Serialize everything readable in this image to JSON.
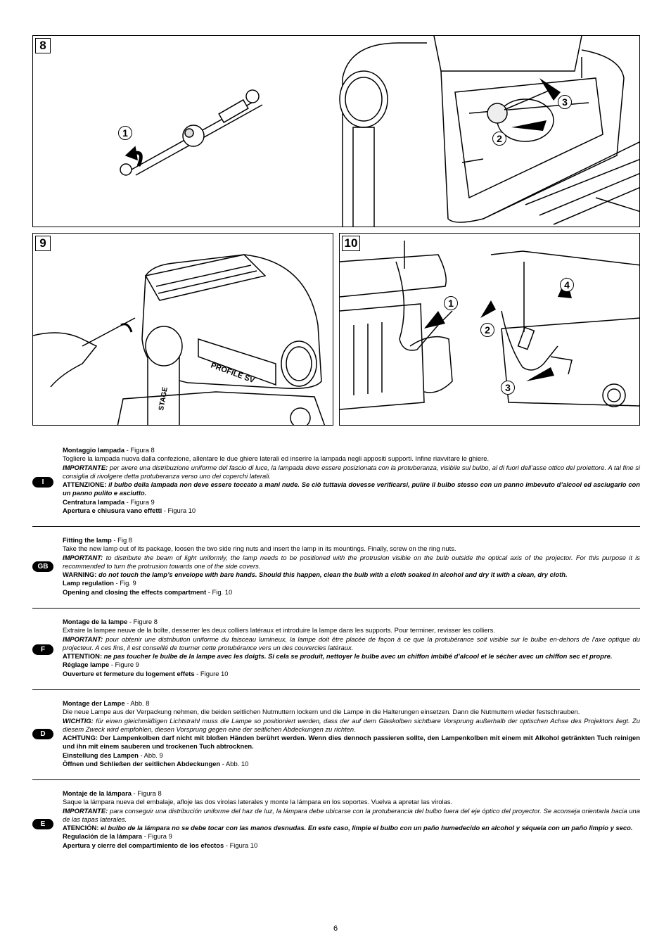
{
  "figures": {
    "fig8": {
      "label": "8",
      "callouts": [
        "1",
        "2",
        "3"
      ]
    },
    "fig9": {
      "label": "9",
      "device_labels": [
        "PROFILE SV",
        "STAGE"
      ]
    },
    "fig10": {
      "label": "10",
      "callouts": [
        "1",
        "2",
        "3",
        "4"
      ]
    }
  },
  "sections": [
    {
      "lang": "I",
      "title": "Montaggio lampada",
      "title_ref": " - Figura 8",
      "body": "Togliere la lampada nuova dalla confezione, allentare le due ghiere laterali ed inserire la lampada negli appositi supporti. Infine riavvitare le ghiere.",
      "important_label": "IMPORTANTE:",
      "important_text": " per avere una distribuzione uniforme del fascio di luce, la lampada deve essere posizionata con la protuberanza, visibile sul bulbo, al di fuori dell’asse ottico del proiettore. A tal fine si consiglia di rivolgere detta protuberanza verso uno dei coperchi laterali.",
      "warning_label": "ATTENZIONE:",
      "warning_text": " il bulbo della lampada non deve essere toccato a mani nude. Se ciò tuttavia dovesse verificarsi, pulire il bulbo stesso con un panno imbevuto d’alcool ed asciugarlo con un panno pulito e asciutto.",
      "sub1_title": "Centratura lampada",
      "sub1_ref": " - Figura 9",
      "sub2_title": "Apertura e chiusura vano effetti",
      "sub2_ref": " - Figura 10"
    },
    {
      "lang": "GB",
      "title": "Fitting the lamp",
      "title_ref": " - Fig 8",
      "body": "Take the new lamp out of its package, loosen the two side ring nuts and insert the lamp in its mountings. Finally, screw on the ring nuts.",
      "important_label": "IMPORTANT:",
      "important_text": " to distribute the beam of light uniformly, the lamp needs to be positioned with the protrusion visible on the bulb outside the optical axis of the projector. For this purpose it is recommended to turn the protrusion towards one of the side covers.",
      "warning_label": "WARNING:",
      "warning_text": " do not touch the lamp’s envelope with bare hands. Should this happen, clean the bulb with a cloth soaked in alcohol and dry it with a clean, dry cloth.",
      "sub1_title": "Lamp regulation",
      "sub1_ref": " - Fig. 9",
      "sub2_title": "Opening and closing the effects compartment",
      "sub2_ref": " - Fig. 10"
    },
    {
      "lang": "F",
      "title": "Montage de la lampe",
      "title_ref": " - Figure 8",
      "body": "Extraire la lampee neuve de la boîte, desserrer les deux colliers latéraux et introduire la lampe dans les supports. Pour terminer, revisser les colliers.",
      "important_label": "IMPORTANT:",
      "important_text": " pour obtenir une distribution uniforme du faisceau lumineux, la lampe doit être placée de façon à ce que la protubérance soit visible sur le bulbe en-dehors de l'axe optique du projecteur. A ces fins, il est conseillé de tourner cette protubérance vers un des couvercles latéraux.",
      "warning_label": "ATTENTION:",
      "warning_text": " ne pas toucher le bulbe de la lampe avec les doigts. Si cela se produit, nettoyer le bulbe avec un chiffon imbibé d’alcool et le sécher avec un chiffon sec et propre.",
      "sub1_title": "Réglage lampe",
      "sub1_ref": " - Figure 9",
      "sub2_title": "Ouverture et fermeture du logement effets",
      "sub2_ref": " - Figure 10"
    },
    {
      "lang": "D",
      "title": "Montage der Lampe",
      "title_ref": " - Abb. 8",
      "body": "Die neue Lampe aus der Verpackung nehmen, die beiden seitlichen Nutmuttern lockern und die Lampe in die Halterungen einsetzen. Dann die Nutmuttern wieder festschrauben.",
      "important_label": "WICHTIG:",
      "important_text": " für einen gleichmäßigen Lichtstrahl muss die Lampe so positioniert werden, dass der auf dem Glaskolben sichtbare Vorsprung außerhalb der optischen Achse des Projektors liegt. Zu diesem Zweck wird empfohlen, diesen Vorsprung gegen eine der seitlichen Abdeckungen zu richten.",
      "warning_label": "ACHTUNG:",
      "warning_text": " Der Lampenkolben darf nicht mit bloßen Händen berührt werden. Wenn dies dennoch passieren sollte, den Lampenkolben mit einem mit Alkohol getränkten Tuch reinigen und ihn mit einem sauberen und trockenen Tuch abtrocknen.",
      "sub1_title": "Einstellung des Lampen",
      "sub1_ref": " - Abb. 9",
      "sub2_title": "Öffnen und Schließen der seitlichen Abdeckungen",
      "sub2_ref": " - Abb. 10"
    },
    {
      "lang": "E",
      "title": "Montaje de la lámpara",
      "title_ref": " - Figura 8",
      "body": "Saque la lámpara nueva del embalaje, afloje las dos virolas laterales y monte la lámpara en los soportes. Vuelva a apretar las virolas.",
      "important_label": "IMPORTANTE:",
      "important_text": " para conseguir una distribución uniforme del haz de luz, la lámpara debe ubicarse con la protuberancia del bulbo fuera del eje óptico del proyector. Se aconseja orientarla hacia una de las tapas laterales.",
      "warning_label": "ATENCIÓN:",
      "warning_text": " el bulbo de la lámpara no se debe tocar con las manos desnudas. En este caso, limpie el bulbo con un paño humedecido en alcohol y séquela con un paño limpio y seco.",
      "sub1_title": "Regulación de la lámpara",
      "sub1_ref": " - Figura 9",
      "sub2_title": "Apertura y cierre del compartimiento de los efectos",
      "sub2_ref": " - Figura 10"
    }
  ],
  "page_number": "6"
}
